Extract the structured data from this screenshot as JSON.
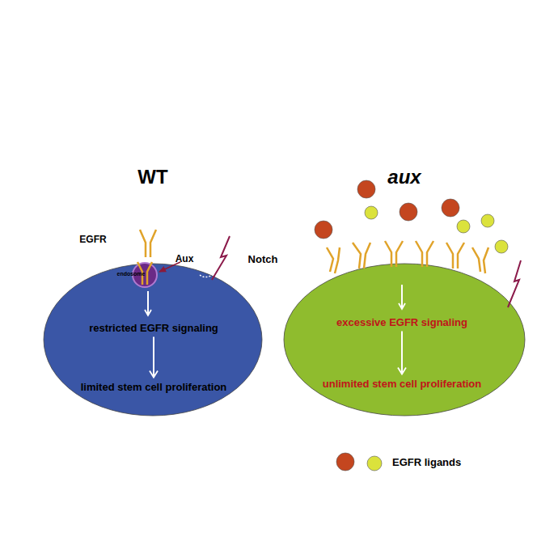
{
  "diagram": {
    "nodes": [
      {
        "text": [
          "WT"
        ]
      },
      {
        "text": [
          "restricted EGFR signaling"
        ],
        "in": 0
      },
      {
        "text": [
          "limited stem cell proliferation"
        ],
        "in": 0
      },
      {
        "text": [
          "aux"
        ]
      },
      {
        "text": [
          "excessive EGFR signaling"
        ],
        "in": 3
      },
      {
        "text": [
          "unlimited stem cell proliferation"
        ],
        "in": 3
      }
    ],
    "edges": [
      {
        "from": 1,
        "to": 2,
        "arrow": "to"
      },
      {
        "from": 4,
        "to": 5,
        "arrow": "to"
      }
    ],
    "labels": [
      "EGFR",
      "endosome",
      "Aux",
      "?",
      "Notch"
    ],
    "legend": [
      {
        "text": "EGFR ligands"
      }
    ]
  }
}
